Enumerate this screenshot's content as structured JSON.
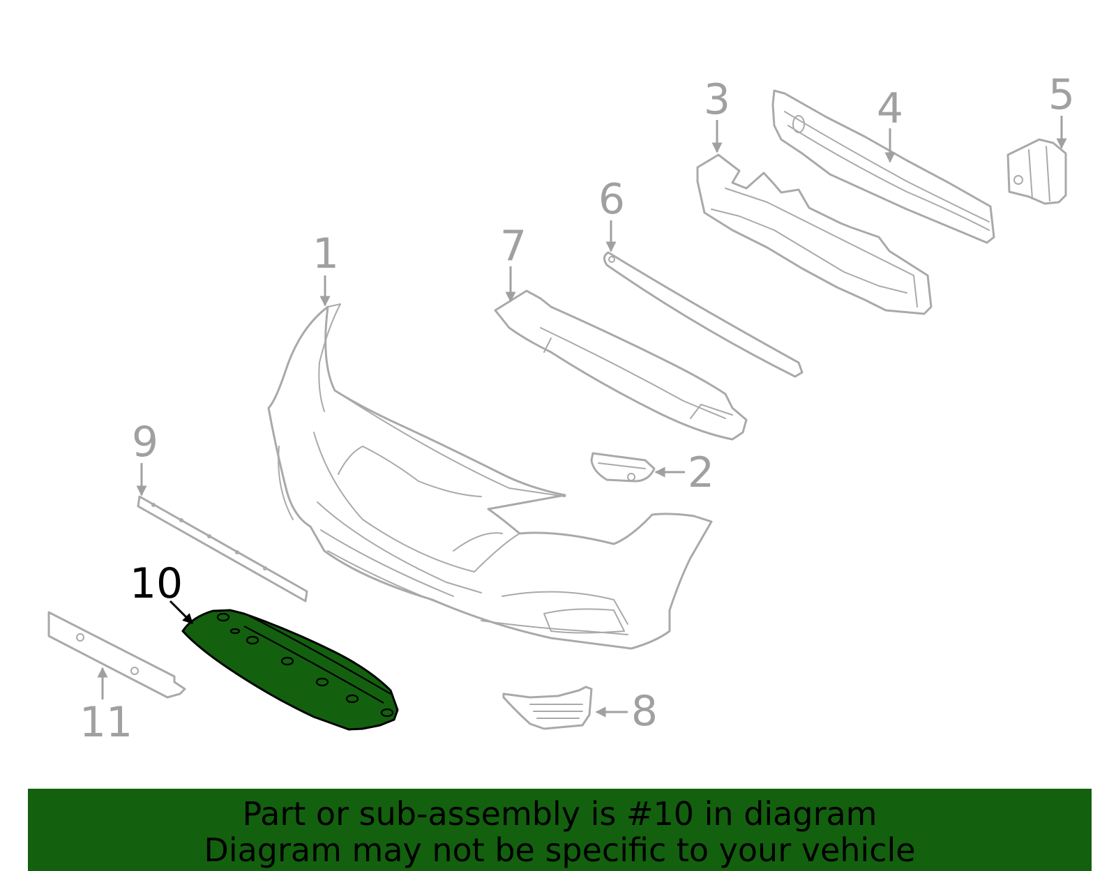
{
  "callouts": {
    "c1": "1",
    "c2": "2",
    "c3": "3",
    "c4": "4",
    "c5": "5",
    "c6": "6",
    "c7": "7",
    "c8": "8",
    "c9": "9",
    "c10": "10",
    "c11": "11"
  },
  "highlighted_part": "10",
  "colors": {
    "highlight_fill": "#13600f",
    "part_stroke": "#a9a9a9",
    "callout_text": "#a0a0a0",
    "highlight_text": "#000000"
  },
  "banner": {
    "line1": "Part or sub-assembly is #10 in diagram",
    "line2": "Diagram may not be specific to your vehicle"
  }
}
